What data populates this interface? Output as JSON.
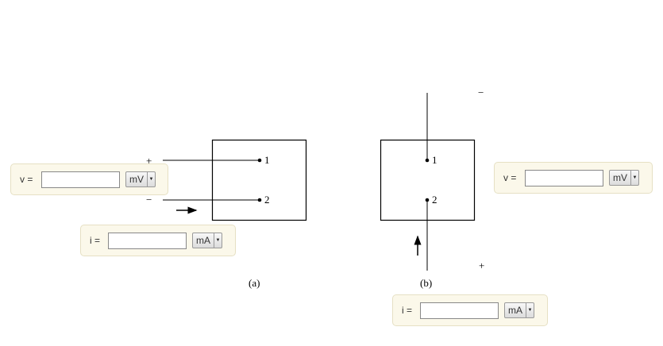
{
  "figure_a": {
    "caption": "(a)",
    "terminal_1": "1",
    "terminal_2": "2",
    "plus": "+",
    "minus": "−",
    "v_answer": {
      "label": "v =",
      "value": "",
      "unit": "mV"
    },
    "i_answer": {
      "label": "i =",
      "value": "",
      "unit": "mA"
    }
  },
  "figure_b": {
    "caption": "(b)",
    "terminal_1": "1",
    "terminal_2": "2",
    "plus": "+",
    "minus": "−",
    "v_answer": {
      "label": "v =",
      "value": "",
      "unit": "mV"
    },
    "i_answer": {
      "label": "i =",
      "value": "",
      "unit": "mA"
    }
  }
}
